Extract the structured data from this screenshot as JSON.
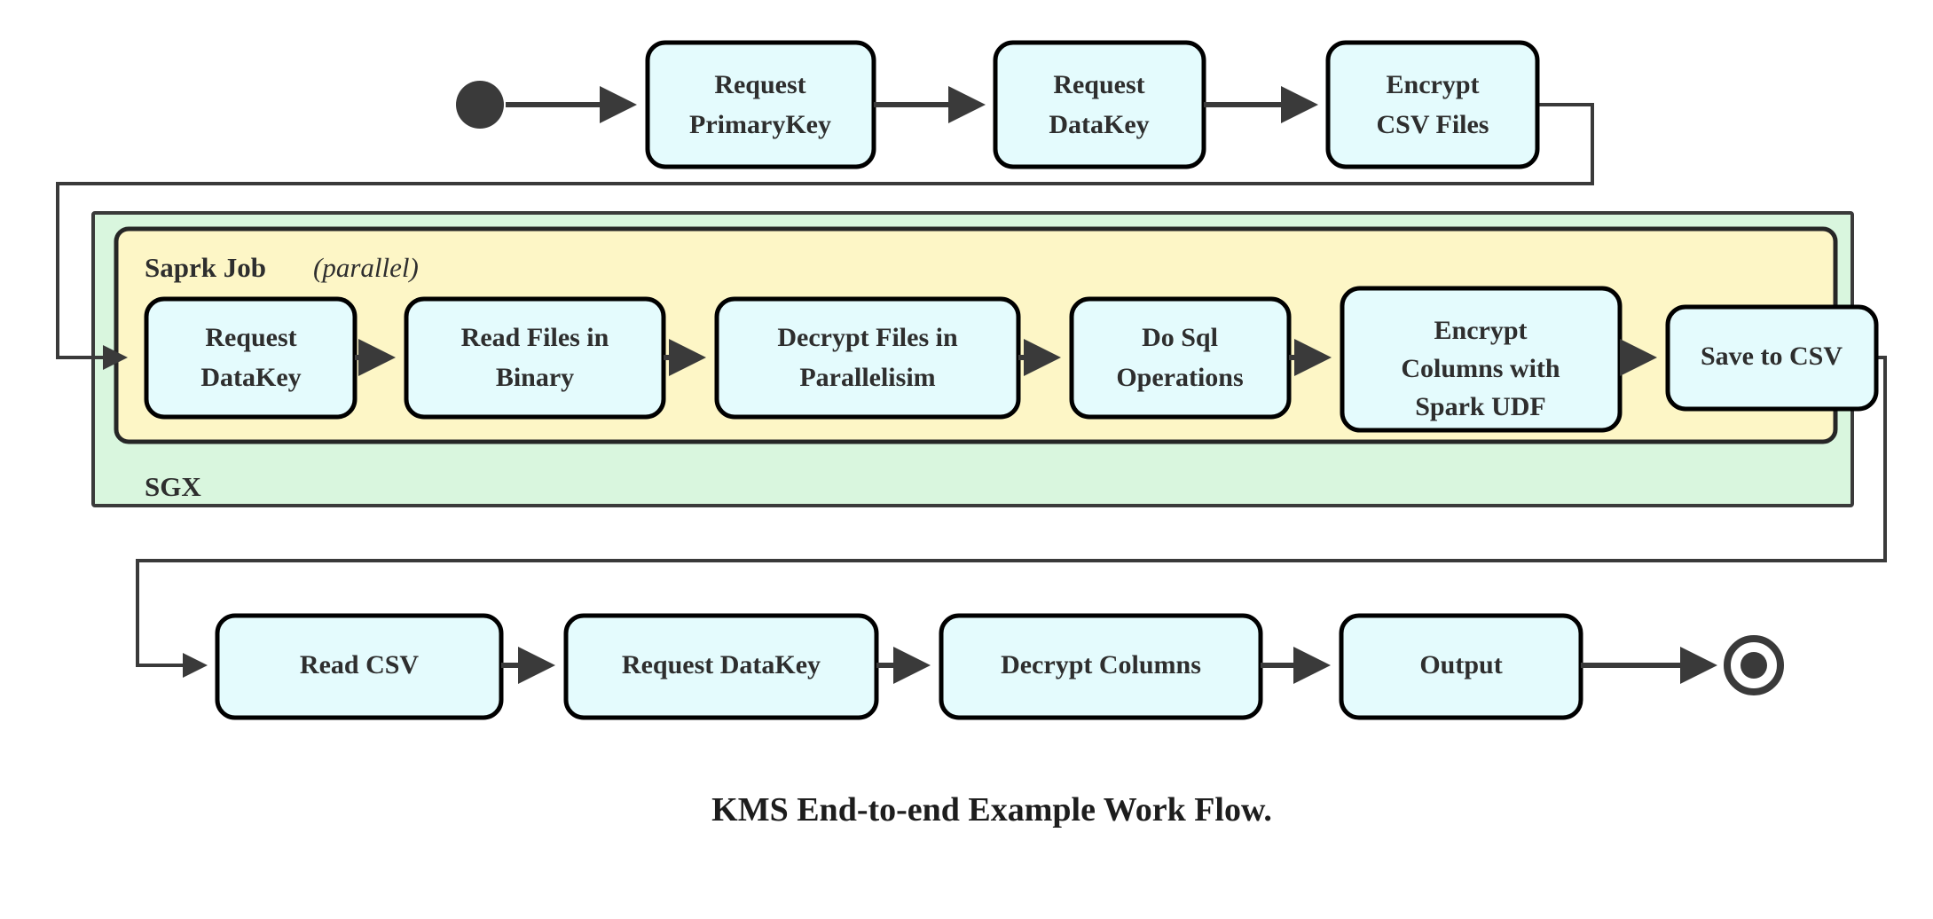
{
  "diagram": {
    "caption": "KMS End-to-end Example Work Flow.",
    "colors": {
      "node_fill": "#e4fbfd",
      "node_stroke": "#000000",
      "sgx_fill": "#d9f6de",
      "spark_fill": "#fdf6c6",
      "edge": "#3a3a3a",
      "text": "#2e2e2e",
      "background": "#ffffff"
    },
    "groups": {
      "sgx": {
        "label": "SGX"
      },
      "spark": {
        "label": "Saprk Job",
        "modifier": "(parallel)"
      }
    },
    "markers": {
      "start": "filled-circle-start-node",
      "end": "ring-filled-circle-end-node"
    },
    "rows": {
      "top": {
        "nodes": [
          {
            "id": "request-primarykey",
            "lines": [
              "Request",
              "PrimaryKey"
            ]
          },
          {
            "id": "request-datakey-top",
            "lines": [
              "Request",
              "DataKey"
            ]
          },
          {
            "id": "encrypt-csv-files",
            "lines": [
              "Encrypt",
              "CSV Files"
            ]
          }
        ]
      },
      "middle": {
        "nodes": [
          {
            "id": "request-datakey-spark",
            "lines": [
              "Request",
              "DataKey"
            ]
          },
          {
            "id": "read-files-in-binary",
            "lines": [
              "Read Files in",
              "Binary"
            ]
          },
          {
            "id": "decrypt-files-in-parallelisim",
            "lines": [
              "Decrypt Files in",
              "Parallelisim"
            ]
          },
          {
            "id": "do-sql-operations",
            "lines": [
              "Do Sql",
              "Operations"
            ]
          },
          {
            "id": "encrypt-columns-with-spark-udf",
            "lines": [
              "Encrypt",
              "Columns with",
              "Spark UDF"
            ]
          },
          {
            "id": "save-to-csv",
            "lines": [
              "Save to CSV"
            ]
          }
        ]
      },
      "bottom": {
        "nodes": [
          {
            "id": "read-csv",
            "lines": [
              "Read CSV"
            ]
          },
          {
            "id": "request-datakey-bottom",
            "lines": [
              "Request DataKey"
            ]
          },
          {
            "id": "decrypt-columns",
            "lines": [
              "Decrypt Columns"
            ]
          },
          {
            "id": "output",
            "lines": [
              "Output"
            ]
          }
        ]
      }
    }
  }
}
